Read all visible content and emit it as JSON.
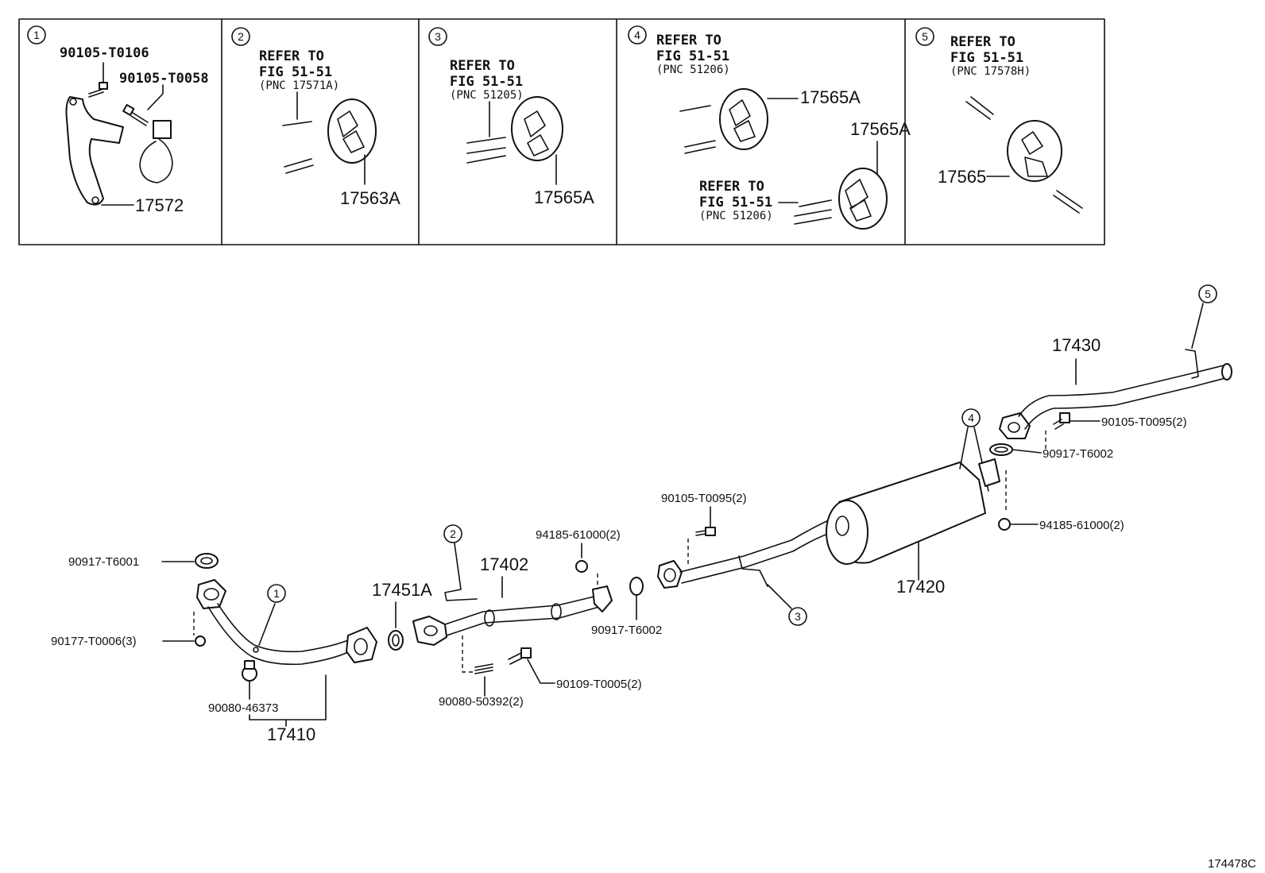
{
  "diagram_id": "174478C",
  "refer": {
    "line1": "REFER TO",
    "line2": "FIG 51-51"
  },
  "panels": [
    {
      "num": "1",
      "parts": {
        "bolt_a": "90105-T0106",
        "bolt_b": "90105-T0058",
        "bracket": "17572"
      }
    },
    {
      "num": "2",
      "pnc": "(PNC 17571A)",
      "part": "17563A"
    },
    {
      "num": "3",
      "pnc": "(PNC 51205)",
      "part": "17565A"
    },
    {
      "num": "4",
      "pnc_top": "(PNC 51206)",
      "pnc_bottom": "(PNC 51206)",
      "part_top": "17565A",
      "part_bottom": "17565A"
    },
    {
      "num": "5",
      "pnc": "(PNC 17578H)",
      "part": "17565"
    }
  ],
  "callouts": {
    "c1": "1",
    "c2": "2",
    "c3": "3",
    "c4": "4",
    "c5": "5"
  },
  "parts": {
    "gasket_front": "90917-T6001",
    "nut_front": "90177-T0006(3)",
    "sensor": "90080-46373",
    "front_pipe": "17410",
    "gasket_ring": "17451A",
    "center_pipe": "17402",
    "nut_center": "94185-61000(2)",
    "spring": "90080-50392(2)",
    "bolt_center": "90109-T0005(2)",
    "gasket_mid": "90917-T6002",
    "bolt_mid": "90105-T0095(2)",
    "muffler": "17420",
    "tail_pipe": "17430",
    "bolt_tail": "90105-T0095(2)",
    "gasket_tail": "90917-T6002",
    "nut_tail": "94185-61000(2)"
  }
}
